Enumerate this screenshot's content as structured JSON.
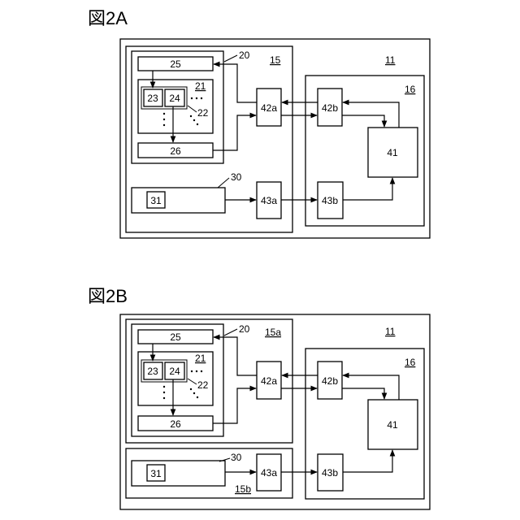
{
  "figures": [
    {
      "title": "図2A",
      "labels": {
        "system": "11",
        "device_a": "15",
        "controller": "20",
        "block25": "25",
        "block21": "21",
        "block22": "22",
        "block23": "23",
        "block24": "24",
        "block26": "26",
        "unit30": "30",
        "block31": "31",
        "if42a": "42a",
        "if43a": "43a",
        "device16": "16",
        "if42b": "42b",
        "if43b": "43b",
        "block41": "41"
      }
    },
    {
      "title": "図2B",
      "labels": {
        "system": "11",
        "device_a": "15a",
        "device_b": "15b",
        "controller": "20",
        "block25": "25",
        "block21": "21",
        "block22": "22",
        "block23": "23",
        "block24": "24",
        "block26": "26",
        "unit30": "30",
        "block31": "31",
        "if42a": "42a",
        "if43a": "43a",
        "device16": "16",
        "if42b": "42b",
        "if43b": "43b",
        "block41": "41"
      }
    }
  ]
}
